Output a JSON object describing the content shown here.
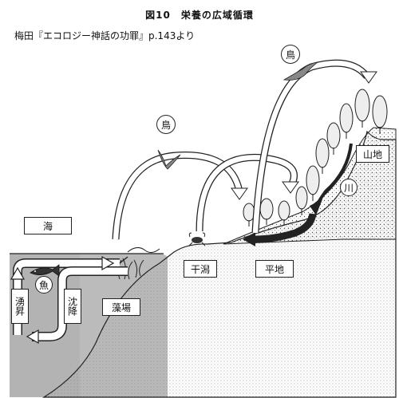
{
  "figure": {
    "title": "図10　栄養の広域循環",
    "source": "梅田『エコロジー神話の功罪』p.143より"
  },
  "labels": {
    "sea": "海",
    "fish": "魚",
    "upwelling": "湧昇",
    "sinking": "沈降",
    "seaweed_bed": "藻場",
    "tidal_flat": "干潟",
    "plain": "平地",
    "mountain": "山地",
    "river": "川",
    "bird_left": "鳥",
    "bird_top": "鳥"
  }
}
